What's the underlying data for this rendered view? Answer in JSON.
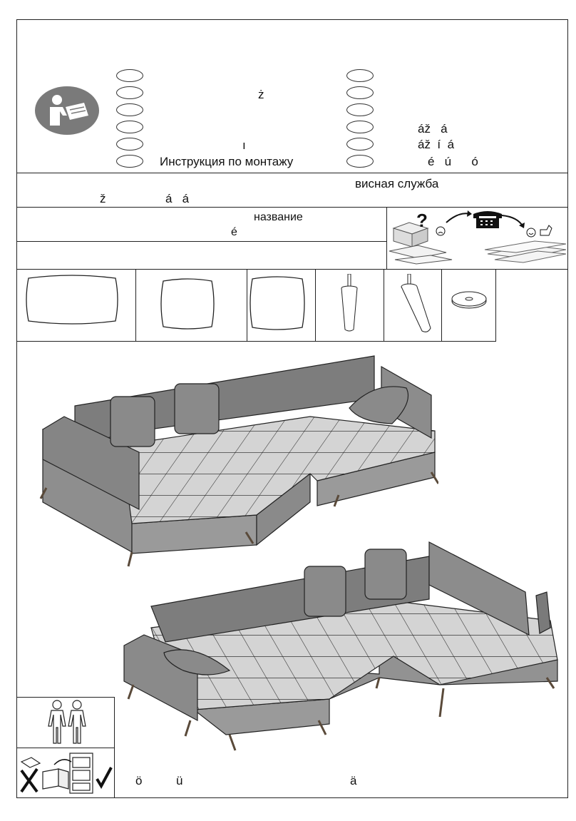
{
  "header": {
    "title": "Инструкция по монтажу",
    "left_marks": [
      "ż",
      "ı"
    ],
    "right_lines": [
      "áž   á",
      "áž  í  á",
      "é   ú      ó"
    ]
  },
  "service": {
    "line1": "висная служба",
    "line2_left": "ž",
    "line2_mid": "á   á"
  },
  "product": {
    "line1": "название",
    "line2": "é"
  },
  "footer": {
    "marks": [
      "ö",
      "ü",
      "ä"
    ]
  },
  "icons": {
    "manual": "read-manual-icon",
    "support": "support-phone-icon",
    "two_persons": "two-persons-icon",
    "keep_manual": "keep-manual-icon"
  }
}
